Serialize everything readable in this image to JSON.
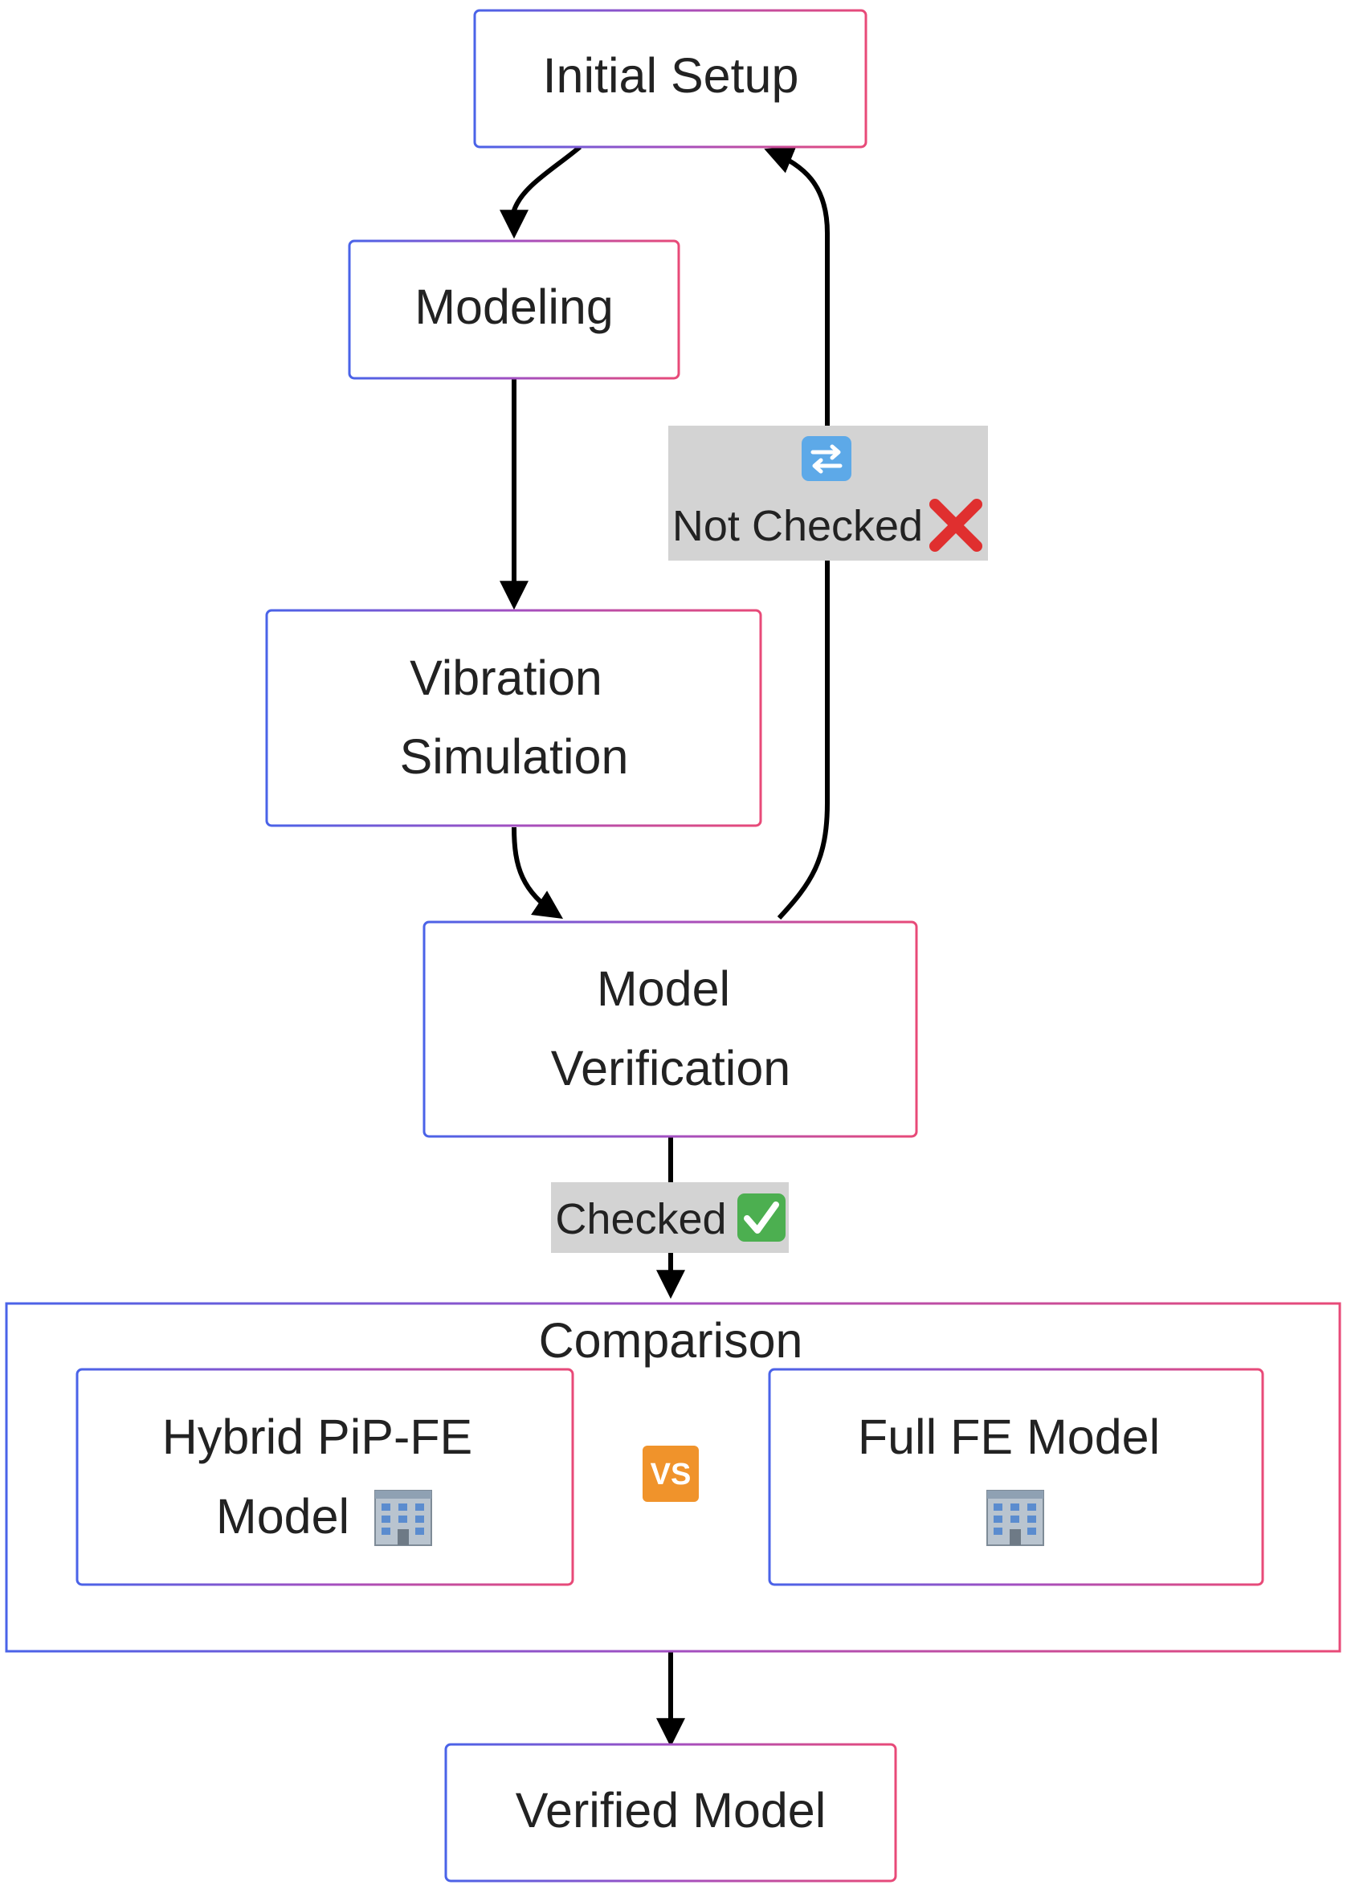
{
  "diagram": {
    "nodes": {
      "initial_setup": {
        "lines": [
          "Initial Setup"
        ]
      },
      "modeling": {
        "lines": [
          "Modeling"
        ]
      },
      "vibration_simulation": {
        "lines": [
          "Vibration",
          "Simulation"
        ]
      },
      "model_verification": {
        "lines": [
          "Model",
          "Verification"
        ]
      },
      "comparison_group": {
        "title": "Comparison"
      },
      "hybrid_model": {
        "lines": [
          "Hybrid PiP-FE",
          "Model"
        ],
        "icon": "office-building-icon"
      },
      "full_fe_model": {
        "lines": [
          "Full FE Model"
        ],
        "icon": "office-building-icon"
      },
      "verified_model": {
        "lines": [
          "Verified Model"
        ]
      }
    },
    "edges": {
      "not_checked": {
        "icon": "arrows-cycle-icon",
        "label": "Not Checked",
        "status_icon": "cross-mark-icon"
      },
      "checked": {
        "label": "Checked",
        "status_icon": "check-mark-icon"
      },
      "versus": {
        "icon": "vs-badge-icon",
        "label": "VS"
      }
    }
  },
  "colors": {
    "border_start": "#4a63e8",
    "border_mid": "#a24fc1",
    "border_end": "#e84a78",
    "label_bg": "#d3d3d3",
    "arrow": "#000000",
    "vs_badge": "#f0932b",
    "cross": "#e02f2f",
    "check": "#4caf50"
  }
}
